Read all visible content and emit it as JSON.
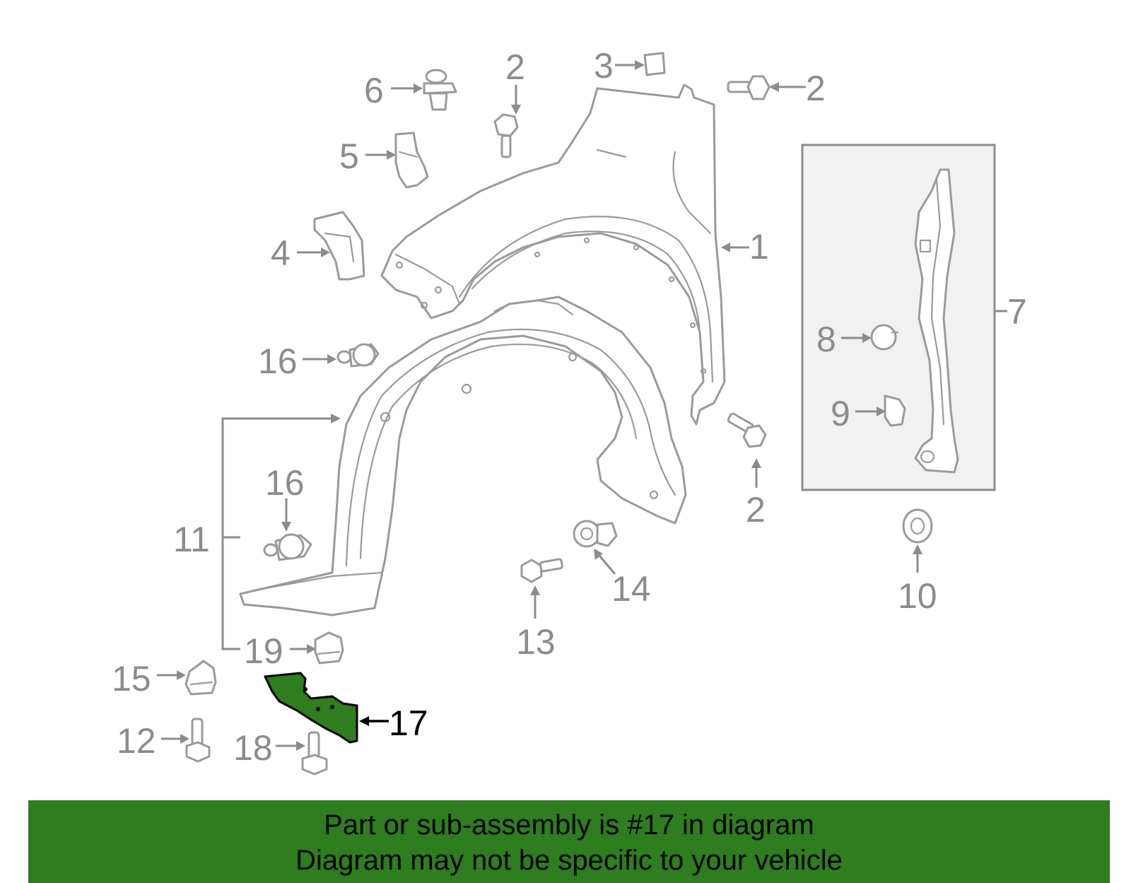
{
  "diagram": {
    "highlighted_part": "17",
    "highlight_color": "#2e7d1e",
    "label_color": "#8c8c8c",
    "callouts": [
      {
        "id": "c1",
        "label": "1"
      },
      {
        "id": "c2a",
        "label": "2"
      },
      {
        "id": "c2b",
        "label": "2"
      },
      {
        "id": "c2c",
        "label": "2"
      },
      {
        "id": "c3",
        "label": "3"
      },
      {
        "id": "c4",
        "label": "4"
      },
      {
        "id": "c5",
        "label": "5"
      },
      {
        "id": "c6",
        "label": "6"
      },
      {
        "id": "c7",
        "label": "7"
      },
      {
        "id": "c8",
        "label": "8"
      },
      {
        "id": "c9",
        "label": "9"
      },
      {
        "id": "c10",
        "label": "10"
      },
      {
        "id": "c11",
        "label": "11"
      },
      {
        "id": "c12",
        "label": "12"
      },
      {
        "id": "c13",
        "label": "13"
      },
      {
        "id": "c14",
        "label": "14"
      },
      {
        "id": "c15",
        "label": "15"
      },
      {
        "id": "c16a",
        "label": "16"
      },
      {
        "id": "c16b",
        "label": "16"
      },
      {
        "id": "c17",
        "label": "17"
      },
      {
        "id": "c18",
        "label": "18"
      },
      {
        "id": "c19",
        "label": "19"
      }
    ]
  },
  "banner": {
    "line1": "Part or sub-assembly is #17 in diagram",
    "line2": "Diagram may not be specific to your vehicle",
    "background": "#2e7d1e"
  }
}
